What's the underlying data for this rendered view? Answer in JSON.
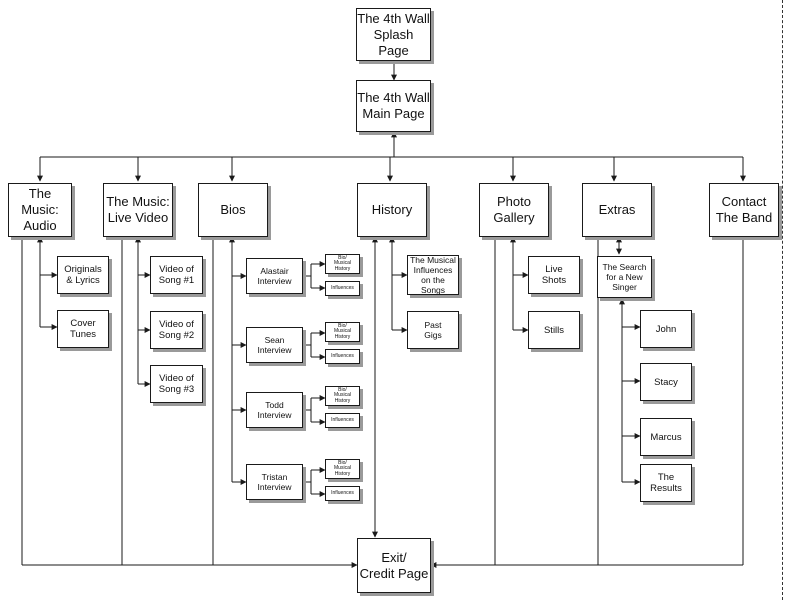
{
  "diagram": {
    "splash": "The 4th Wall\nSplash Page",
    "main": "The 4th Wall\nMain Page",
    "exit": "Exit/\nCredit Page",
    "sections": {
      "audio": {
        "label": "The Music:\nAudio",
        "children": [
          "Originals\n& Lyrics",
          "Cover\nTunes"
        ]
      },
      "video": {
        "label": "The Music:\nLive Video",
        "children": [
          "Video of\nSong #1",
          "Video of\nSong #2",
          "Video of\nSong #3"
        ]
      },
      "bios": {
        "label": "Bios",
        "interviews": [
          {
            "label": "Alastair\nInterview",
            "bio": "Bio/\nMusical\nHistory",
            "influences": "Influences"
          },
          {
            "label": "Sean\nInterview",
            "bio": "Bio/\nMusical\nHistory",
            "influences": "Influences"
          },
          {
            "label": "Todd\nInterview",
            "bio": "Bio/\nMusical\nHistory",
            "influences": "Influences"
          },
          {
            "label": "Tristan\nInterview",
            "bio": "Bio/\nMusical\nHistory",
            "influences": "Influences"
          }
        ]
      },
      "history": {
        "label": "History",
        "children": [
          "The Musical\nInfluences\non the Songs",
          "Past\nGigs"
        ]
      },
      "photo": {
        "label": "Photo\nGallery",
        "children": [
          "Live\nShots",
          "Stills"
        ]
      },
      "extras": {
        "label": "Extras",
        "search": "The Search\nfor a New\nSinger",
        "singers": [
          "John",
          "Stacy",
          "Marcus",
          "The\nResults"
        ]
      },
      "contact": {
        "label": "Contact\nThe Band"
      }
    }
  }
}
